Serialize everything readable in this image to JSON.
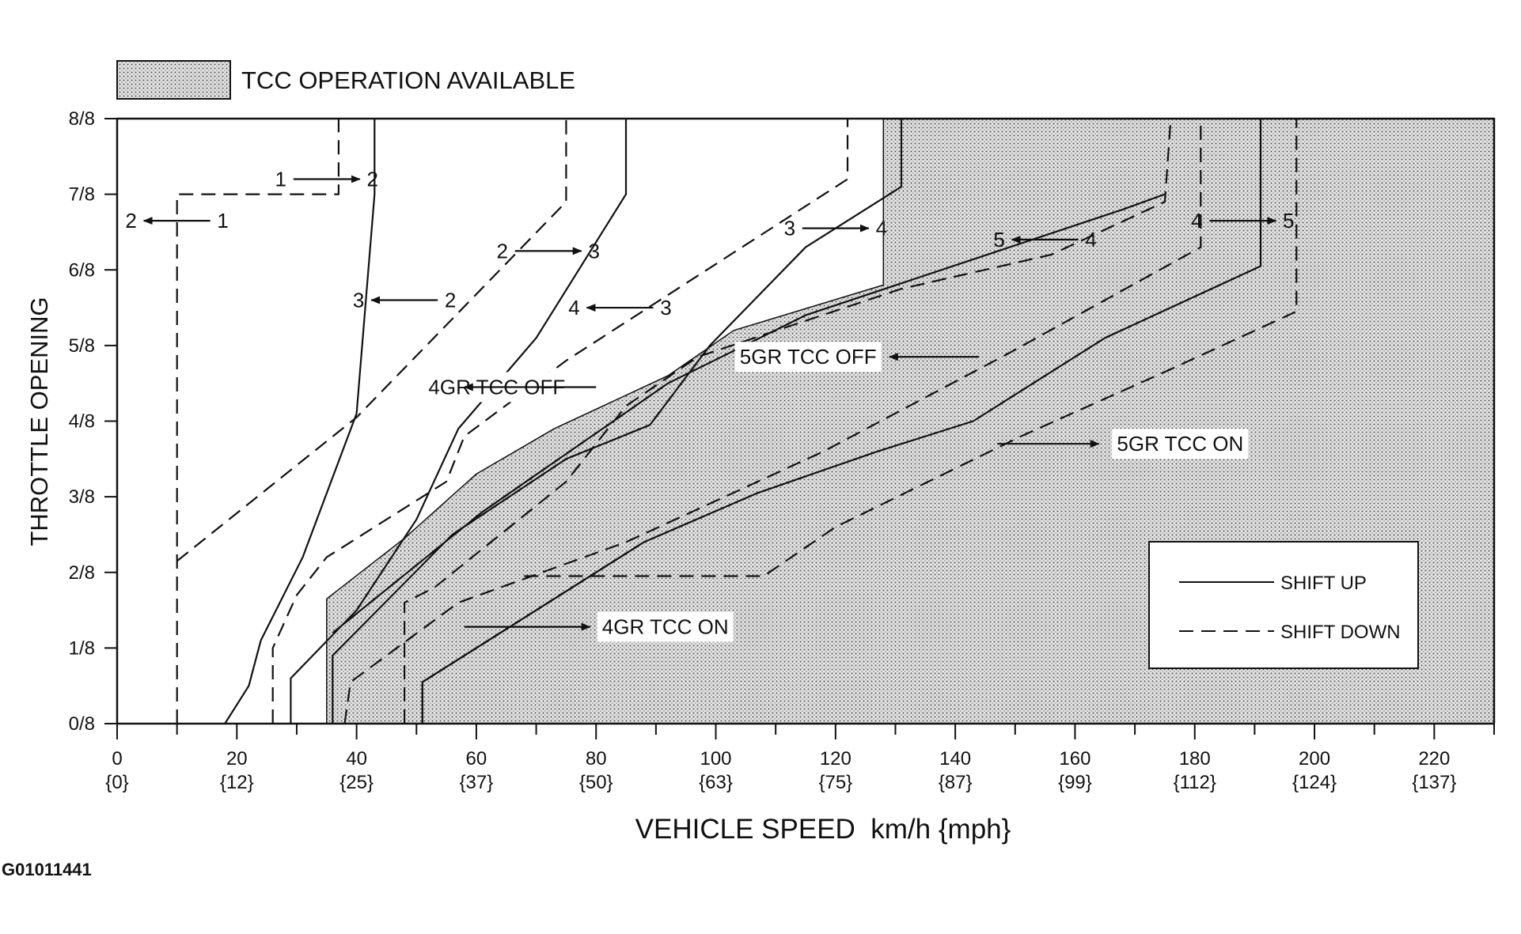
{
  "figure_id": "G01011441",
  "chart_data": {
    "type": "line",
    "title": "",
    "xlabel": "VEHICLE SPEED  km/h {mph}",
    "ylabel": "THROTTLE OPENING",
    "xlim": [
      0,
      230
    ],
    "ylim": [
      0,
      8
    ],
    "x_ticks": [
      {
        "value": 0,
        "kmh": "0",
        "mph": "{0}"
      },
      {
        "value": 20,
        "kmh": "20",
        "mph": "{12}"
      },
      {
        "value": 40,
        "kmh": "40",
        "mph": "{25}"
      },
      {
        "value": 60,
        "kmh": "60",
        "mph": "{37}"
      },
      {
        "value": 80,
        "kmh": "80",
        "mph": "{50}"
      },
      {
        "value": 100,
        "kmh": "100",
        "mph": "{63}"
      },
      {
        "value": 120,
        "kmh": "120",
        "mph": "{75}"
      },
      {
        "value": 140,
        "kmh": "140",
        "mph": "{87}"
      },
      {
        "value": 160,
        "kmh": "160",
        "mph": "{99}"
      },
      {
        "value": 180,
        "kmh": "180",
        "mph": "{112}"
      },
      {
        "value": 200,
        "kmh": "200",
        "mph": "{124}"
      },
      {
        "value": 220,
        "kmh": "220",
        "mph": "{137}"
      }
    ],
    "y_ticks": [
      {
        "value": 0,
        "label": "0/8"
      },
      {
        "value": 1,
        "label": "1/8"
      },
      {
        "value": 2,
        "label": "2/8"
      },
      {
        "value": 3,
        "label": "3/8"
      },
      {
        "value": 4,
        "label": "4/8"
      },
      {
        "value": 5,
        "label": "5/8"
      },
      {
        "value": 6,
        "label": "6/8"
      },
      {
        "value": 7,
        "label": "7/8"
      },
      {
        "value": 8,
        "label": "8/8"
      }
    ],
    "top_legend": "TCC OPERATION AVAILABLE",
    "legend": {
      "placement": "bottom-right",
      "items": [
        {
          "label": "SHIFT UP",
          "style": "solid"
        },
        {
          "label": "SHIFT DOWN",
          "style": "dashed"
        }
      ]
    },
    "tcc_region": [
      [
        35,
        0
      ],
      [
        35,
        1.65
      ],
      [
        48,
        2.45
      ],
      [
        60,
        3.3
      ],
      [
        73,
        3.9
      ],
      [
        92,
        4.6
      ],
      [
        103,
        5.2
      ],
      [
        128,
        5.8
      ],
      [
        128,
        8
      ],
      [
        230,
        8
      ],
      [
        230,
        0
      ]
    ],
    "series": [
      {
        "style": "solid",
        "points": [
          [
            18,
            0
          ],
          [
            22,
            0.5
          ],
          [
            24,
            1.1
          ],
          [
            31,
            2.2
          ],
          [
            40,
            4.1
          ],
          [
            43,
            7
          ],
          [
            43,
            8
          ]
        ]
      },
      {
        "style": "dashed",
        "points": [
          [
            10,
            0
          ],
          [
            10,
            7
          ],
          [
            37,
            7
          ],
          [
            37,
            8
          ]
        ]
      },
      {
        "style": "solid",
        "points": [
          [
            29,
            0
          ],
          [
            29,
            0.6
          ],
          [
            40,
            1.5
          ],
          [
            50,
            2.7
          ],
          [
            57,
            3.9
          ],
          [
            70,
            5.1
          ],
          [
            85,
            7
          ],
          [
            85,
            8
          ]
        ]
      },
      {
        "style": "dashed",
        "points": [
          [
            10,
            2.15
          ],
          [
            40,
            4.05
          ],
          [
            75,
            6.9
          ],
          [
            75,
            8
          ]
        ]
      },
      {
        "style": "solid",
        "points": [
          [
            36,
            0
          ],
          [
            36,
            0.9
          ],
          [
            56,
            2.5
          ],
          [
            75,
            3.5
          ],
          [
            89,
            3.95
          ],
          [
            99,
            5
          ],
          [
            115,
            6.3
          ],
          [
            131,
            7.1
          ],
          [
            131,
            8
          ]
        ]
      },
      {
        "style": "dashed",
        "points": [
          [
            26,
            0
          ],
          [
            26,
            1
          ],
          [
            30,
            1.7
          ],
          [
            35,
            2.2
          ],
          [
            55,
            3.2
          ],
          [
            58,
            3.8
          ],
          [
            75,
            4.8
          ],
          [
            122,
            7.2
          ],
          [
            122,
            8
          ]
        ]
      },
      {
        "style": "solid",
        "points": [
          [
            51,
            0
          ],
          [
            51,
            0.55
          ],
          [
            65,
            1.25
          ],
          [
            88,
            2.4
          ],
          [
            107,
            3.05
          ],
          [
            127,
            3.6
          ],
          [
            143,
            4
          ],
          [
            165,
            5.1
          ],
          [
            191,
            6.05
          ],
          [
            191,
            8
          ]
        ]
      },
      {
        "style": "dashed",
        "points": [
          [
            38,
            0
          ],
          [
            39,
            0.55
          ],
          [
            57,
            1.6
          ],
          [
            85,
            2.4
          ],
          [
            118,
            3.6
          ],
          [
            149,
            4.9
          ],
          [
            181,
            6.3
          ],
          [
            181,
            8
          ]
        ]
      },
      {
        "style": "solid",
        "points": [
          [
            36,
            1.2
          ],
          [
            61,
            2.8
          ],
          [
            82,
            3.95
          ],
          [
            92,
            4.5
          ],
          [
            115,
            5.4
          ],
          [
            168,
            6.8
          ],
          [
            175,
            7
          ]
        ]
      },
      {
        "style": "dashed",
        "points": [
          [
            48,
            0
          ],
          [
            48,
            1.6
          ],
          [
            53,
            1.8
          ],
          [
            75,
            3.2
          ],
          [
            85,
            4.2
          ],
          [
            97,
            4.85
          ],
          [
            131,
            5.75
          ],
          [
            156,
            6.2
          ],
          [
            175,
            6.9
          ],
          [
            176,
            8
          ]
        ]
      },
      {
        "style": "solid",
        "points": [
          [
            51,
            0
          ],
          [
            51,
            0.55
          ],
          [
            65,
            1.25
          ],
          [
            88,
            2.4
          ]
        ]
      },
      {
        "style": "dashed",
        "points": [
          [
            68,
            1.95
          ],
          [
            108,
            1.95
          ],
          [
            120,
            2.6
          ],
          [
            151,
            3.8
          ],
          [
            175,
            4.65
          ],
          [
            197,
            5.45
          ],
          [
            197,
            8
          ]
        ]
      }
    ],
    "shift_labels": [
      {
        "from": "1",
        "to": "2",
        "x": 35,
        "y": 7.2,
        "dir": "right"
      },
      {
        "from": "1",
        "to": "2",
        "x": 10,
        "y": 6.65,
        "dir": "left"
      },
      {
        "from": "2",
        "to": "3",
        "x": 72,
        "y": 6.25,
        "dir": "right"
      },
      {
        "from": "2",
        "to": "3",
        "x": 48,
        "y": 5.6,
        "dir": "left"
      },
      {
        "from": "3",
        "to": "4",
        "x": 120,
        "y": 6.55,
        "dir": "right"
      },
      {
        "from": "3",
        "to": "4",
        "x": 84,
        "y": 5.5,
        "dir": "left"
      },
      {
        "from": "4",
        "to": "5",
        "x": 155,
        "y": 6.4,
        "dir": "left"
      },
      {
        "from": "4",
        "to": "5",
        "x": 188,
        "y": 6.65,
        "dir": "right"
      }
    ],
    "annotations": [
      {
        "text": "4GR TCC OFF",
        "x": 52,
        "y": 4.45
      },
      {
        "text": "5GR TCC OFF",
        "x": 104,
        "y": 4.85
      },
      {
        "text": "5GR TCC ON",
        "x": 167,
        "y": 3.7
      },
      {
        "text": "4GR TCC ON",
        "x": 81,
        "y": 1.28
      }
    ]
  }
}
